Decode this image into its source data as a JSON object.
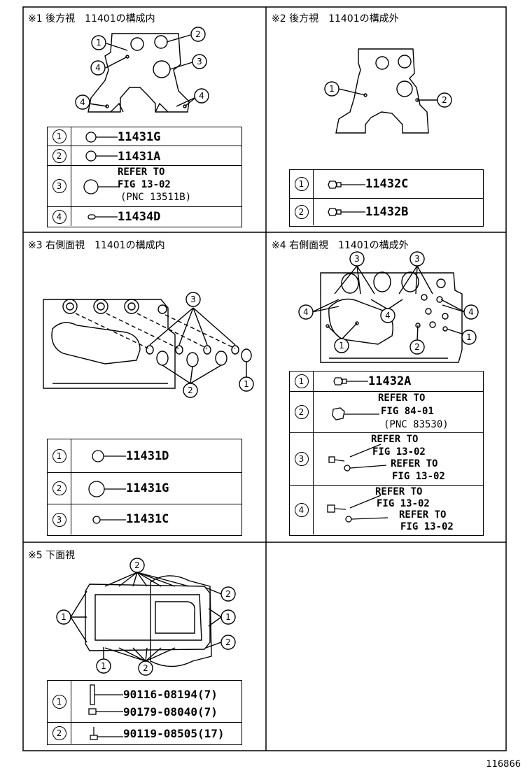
{
  "panels": {
    "p1": {
      "title": "※1 後方視　11401の構成内",
      "rows": [
        {
          "num": "1",
          "code": "11431G"
        },
        {
          "num": "2",
          "code": "11431A"
        },
        {
          "num": "3",
          "ref1": "REFER TO",
          "ref2": "FIG 13-02",
          "ref3": "(PNC 13511B)"
        },
        {
          "num": "4",
          "code": "11434D"
        }
      ]
    },
    "p2": {
      "title": "※2 後方視　11401の構成外",
      "rows": [
        {
          "num": "1",
          "code": "11432C"
        },
        {
          "num": "2",
          "code": "11432B"
        }
      ]
    },
    "p3": {
      "title": "※3 右側面視　11401の構成内",
      "rows": [
        {
          "num": "1",
          "code": "11431D"
        },
        {
          "num": "2",
          "code": "11431G"
        },
        {
          "num": "3",
          "code": "11431C"
        }
      ]
    },
    "p4": {
      "title": "※4 右側面視　11401の構成外",
      "rows": [
        {
          "num": "1",
          "code": "11432A"
        },
        {
          "num": "2",
          "ref1": "REFER TO",
          "ref2": "FIG 84-01",
          "ref3": "(PNC 83530)"
        },
        {
          "num": "3",
          "ref1": "REFER TO",
          "ref2": "FIG 13-02",
          "ref3": "REFER TO",
          "ref4": "FIG 13-02"
        },
        {
          "num": "4",
          "ref1": "REFER TO",
          "ref2": "FIG 13-02",
          "ref3": "REFER TO",
          "ref4": "FIG 13-02"
        }
      ]
    },
    "p5": {
      "title": "※5 下面視",
      "rows": [
        {
          "num": "1",
          "code1": "90116-08194(7)",
          "code2": "90179-08040(7)"
        },
        {
          "num": "2",
          "code1": "90119-08505(17)"
        }
      ]
    }
  },
  "callouts": {
    "n1": "1",
    "n2": "2",
    "n3": "3",
    "n4": "4"
  },
  "footer": {
    "fig_number": "116866"
  }
}
